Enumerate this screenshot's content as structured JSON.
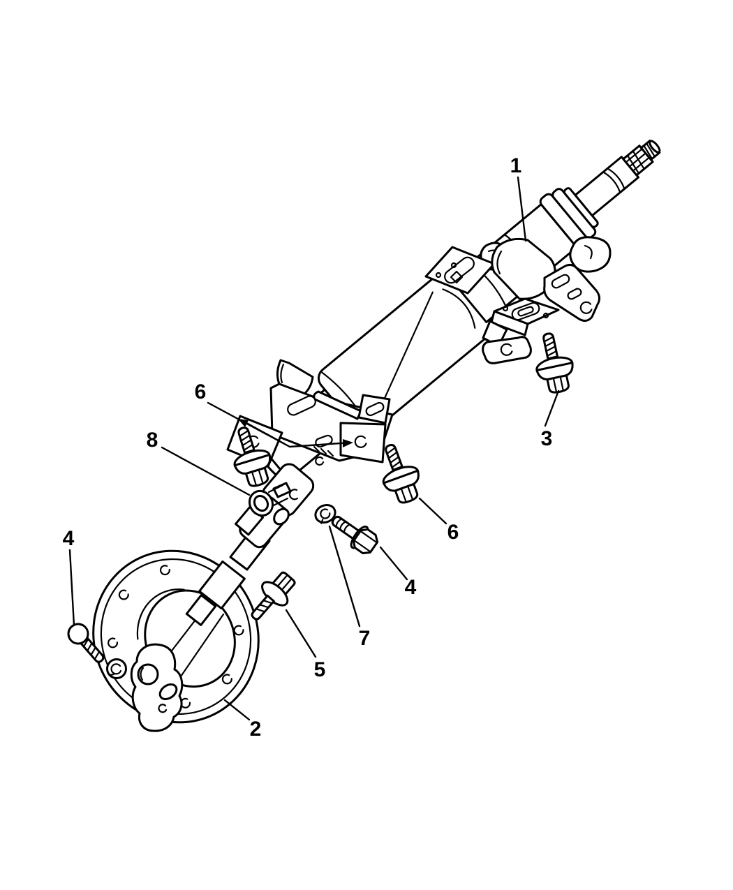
{
  "figure": {
    "colors": {
      "background": "#ffffff",
      "line": "#000000"
    },
    "callouts": {
      "c1": "1",
      "c2": "2",
      "c3": "3",
      "c4_left": "4",
      "c4_right": "4",
      "c5": "5",
      "c6_upper": "6",
      "c6_lower": "6",
      "c7": "7",
      "c8": "8"
    }
  }
}
